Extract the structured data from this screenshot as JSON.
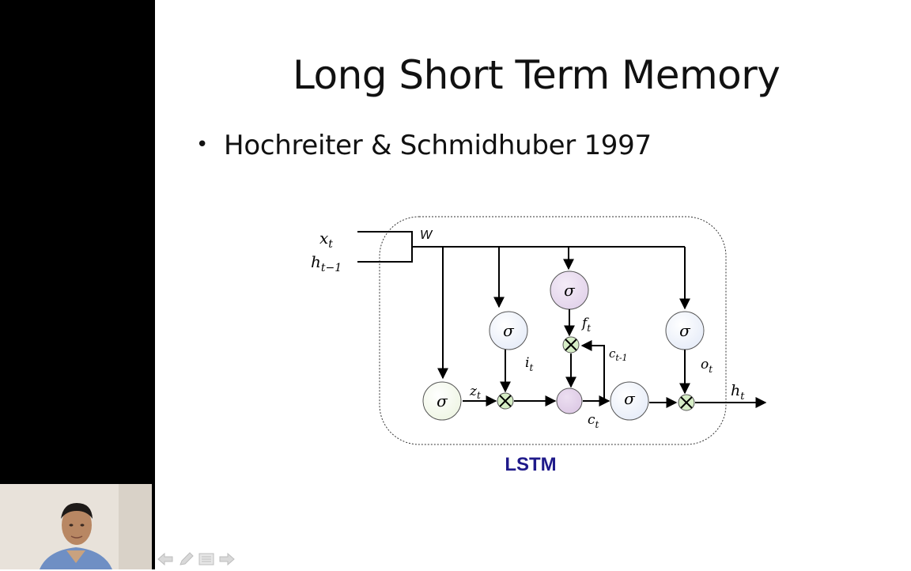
{
  "slide": {
    "title": "Long Short Term Memory",
    "bullets": [
      {
        "bullet_glyph": "•",
        "text": "Hochreiter & Schmidhuber 1997"
      }
    ]
  },
  "diagram": {
    "caption": "LSTM",
    "caption_color": "#1f1a8a",
    "weight_label": "W",
    "inputs": {
      "x": "x",
      "x_sub": "t",
      "h": "h",
      "h_sub": "t−1"
    },
    "gate_symbol": "σ",
    "gate_colors": {
      "candidate": "#eef5e3",
      "input": "#e6ecf8",
      "forget": "#e2d2ea",
      "output": "#e6ecf8",
      "tanh": "#e6ecf8",
      "cell": "#dcc8e4"
    },
    "multiply_node_color": "#d6edc6",
    "labels": {
      "z": "z",
      "z_sub": "t",
      "i": "i",
      "i_sub": "t",
      "f": "f",
      "f_sub": "t",
      "o": "o",
      "o_sub": "t",
      "c": "c",
      "c_sub": "t",
      "c_prev": "c",
      "c_prev_sub": "t-1",
      "h_out": "h",
      "h_out_sub": "t"
    }
  },
  "toolbar": {
    "icons": [
      "back-arrow-icon",
      "pen-icon",
      "menu-icon",
      "forward-arrow-icon"
    ]
  }
}
